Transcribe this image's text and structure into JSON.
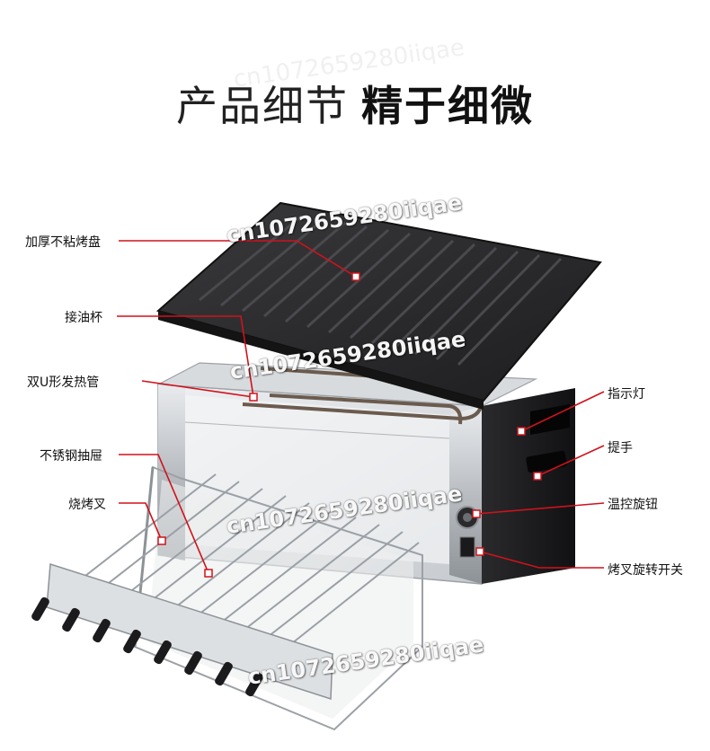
{
  "heading": {
    "light": "产品细节",
    "bold": "精于细微"
  },
  "callouts": {
    "left": [
      "加厚不粘烤盘",
      "接油杯",
      "双U形发热管",
      "不锈钢抽屉",
      "烧烤叉"
    ],
    "right": [
      "指示灯",
      "提手",
      "温控旋钮",
      "烤叉旋转开关"
    ]
  },
  "watermark": "cn1072659280iiqae",
  "colors": {
    "leader_line": "#d0121b",
    "grill_plate": "#2b2b2d",
    "steel": "#c9ccd0",
    "panel": "#1e1e20"
  }
}
